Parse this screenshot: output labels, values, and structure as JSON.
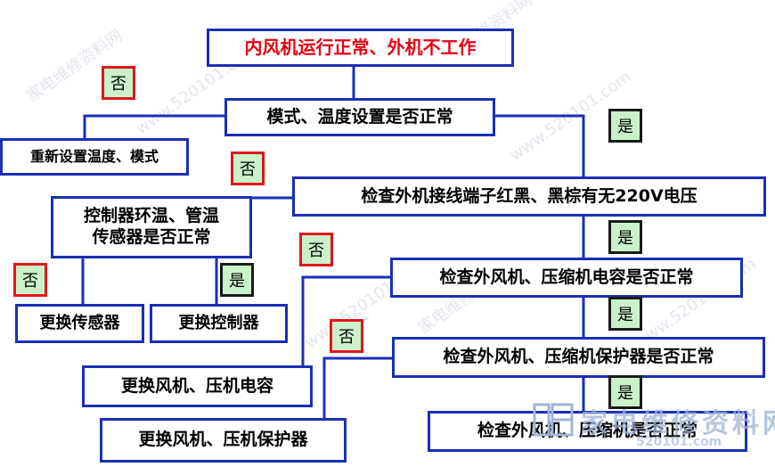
{
  "nodes": {
    "start": "内风机运行正常、外机不工作",
    "mode_check": "模式、温度设置是否正常",
    "reset_mode": "重新设置温度、模式",
    "terminal_check": "检查外机接线端子红黑、黑棕有无220V电压",
    "sensor_check_line1": "控制器环温、管温",
    "sensor_check_line2": "传感器是否正常",
    "replace_sensor": "更换传感器",
    "replace_controller": "更换控制器",
    "capacitor_check": "检查外风机、压缩机电容是否正常",
    "replace_capacitor": "更换风机、压机电容",
    "protector_check": "检查外风机、压缩机保护器是否正常",
    "replace_protector": "更换风机、压机保护器",
    "motor_check": "检查外风机、压缩机是否正常"
  },
  "badges": {
    "no": "否",
    "yes": "是"
  },
  "watermark": {
    "site": "www.520101.com",
    "name": "家电维修资料网",
    "logo_text": "家电维修资料网",
    "logo_url": "520101.com"
  },
  "colors": {
    "box_border": "#1a2fb5",
    "start_text": "#e60012",
    "badge_fill": "#c9f2c9",
    "badge_no_border": "#e0161e",
    "badge_yes_border": "#1a1a1a"
  }
}
